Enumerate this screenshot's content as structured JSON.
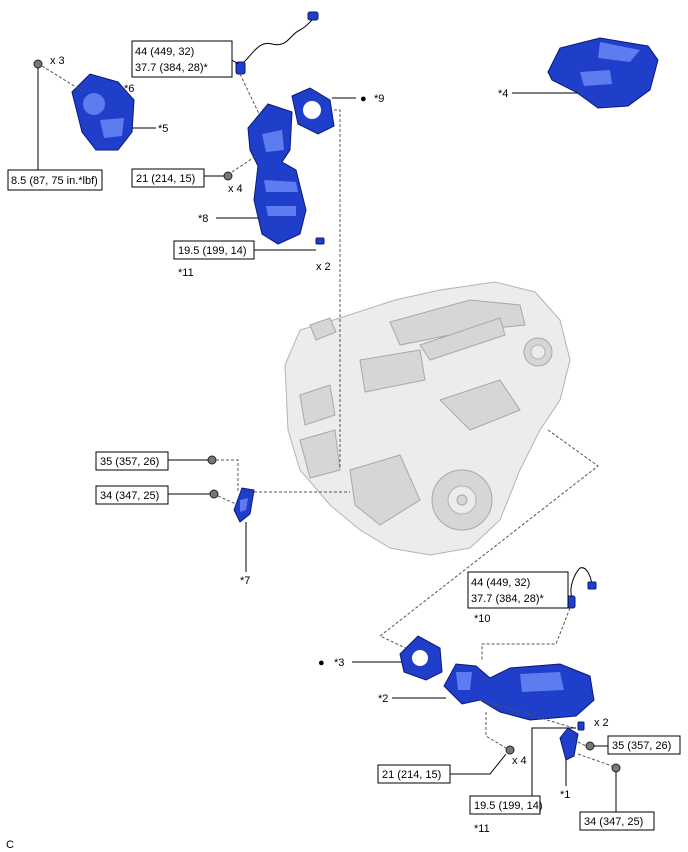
{
  "torque_labels": {
    "t1a": "44 (449, 32)",
    "t1b": "37.7 (384, 28)*",
    "t2": "21 (214, 15)",
    "t3": "8.5 (87, 75 in.*lbf)",
    "t4": "19.5 (199, 14)",
    "t5": "35 (357, 26)",
    "t6": "34 (347, 25)",
    "t7a": "44 (449, 32)",
    "t7b": "37.7 (384, 28)*",
    "t8": "35 (357, 26)",
    "t9": "21 (214, 15)",
    "t10": "19.5 (199, 14)",
    "t11": "34 (347, 25)"
  },
  "callouts": {
    "c1": "*1",
    "c2": "*2",
    "c3": "*3",
    "c4": "*4",
    "c5": "*5",
    "c6": "*6",
    "c7": "*7",
    "c8": "*8",
    "c9": "*9",
    "c10": "*10",
    "c11a": "*11",
    "c11b": "*11"
  },
  "quantities": {
    "q_x3": "x 3",
    "q_x4a": "x 4",
    "q_x2a": "x 2",
    "q_x2b": "x 2",
    "q_x4b": "x 4"
  },
  "marker_dot": "●",
  "figure_code": "C"
}
